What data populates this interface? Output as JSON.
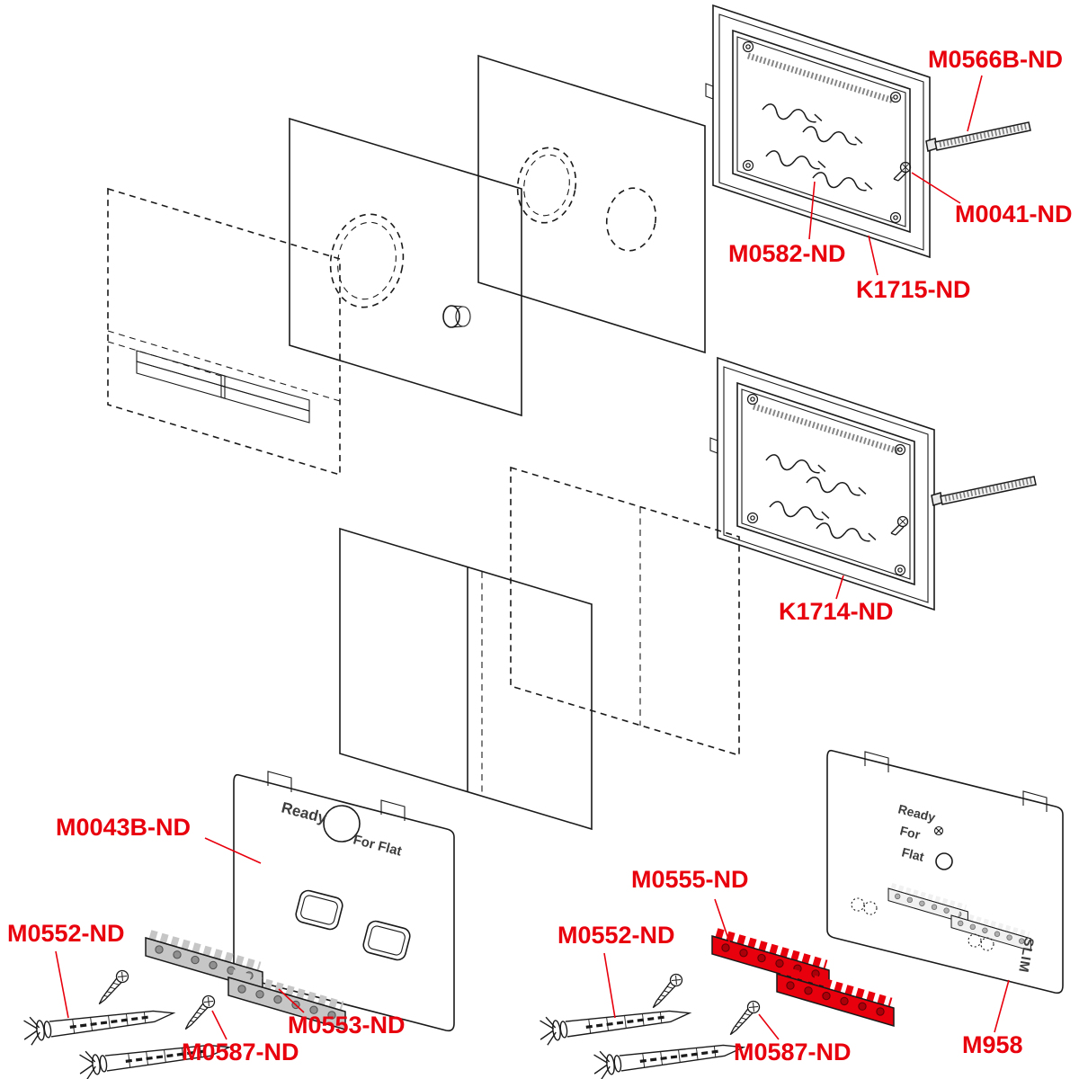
{
  "diagram": {
    "name": "exploded-parts-diagram",
    "background": "#ffffff"
  },
  "colors": {
    "label_red": "#e8000d",
    "line_dark": "#1a1a1a",
    "rack_gray": "#c6c6c6",
    "rack_red": "#e8000d"
  },
  "labels": {
    "m0566b": "M0566B-ND",
    "m0041": "M0041-ND",
    "m0582": "M0582-ND",
    "k1715": "K1715-ND",
    "k1714": "K1714-ND",
    "m0043b": "M0043B-ND",
    "m0552_left": "M0552-ND",
    "m0587_left": "M0587-ND",
    "m0553": "M0553-ND",
    "m0555": "M0555-ND",
    "m0552_right": "M0552-ND",
    "m0587_right": "M0587-ND",
    "m958": "M958"
  },
  "plate_markings": {
    "left_ready": "Ready",
    "left_for_flat": "For Flat",
    "right_ready": "Ready",
    "right_for": "For",
    "right_flat": "Flat",
    "right_slim": "SLIM"
  }
}
